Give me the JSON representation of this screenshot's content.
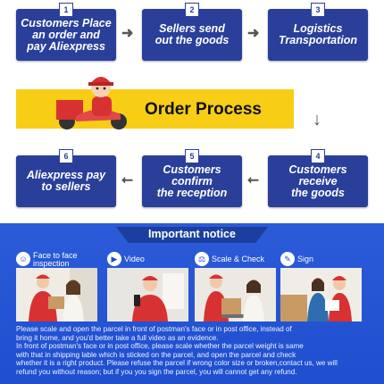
{
  "colors": {
    "step_bg": "#2a3f9a",
    "band_yellow": "#f8cd16",
    "notice_blue": "#2352d6",
    "shirt_red": "#d83131"
  },
  "steps": [
    {
      "number": "1",
      "label": "Customers Place\nan order and\npay  Aliexpress"
    },
    {
      "number": "2",
      "label": "Sellers send\nout the goods"
    },
    {
      "number": "3",
      "label": "Logistics\nTransportation"
    },
    {
      "number": "4",
      "label": "Customers\nreceive\nthe goods"
    },
    {
      "number": "5",
      "label": "Customers\nconfirm\nthe reception"
    },
    {
      "number": "6",
      "label": "Aliexpress pay\nto sellers"
    }
  ],
  "order_process": "Order Process",
  "notice": {
    "title": "Important notice",
    "tags": [
      {
        "label": "Face to face\ninspection",
        "icon": "face-icon"
      },
      {
        "label": "Video",
        "icon": "video-icon"
      },
      {
        "label": "Scale & Check",
        "icon": "scale-icon"
      },
      {
        "label": "Sign",
        "icon": "sign-icon"
      }
    ],
    "text": "Please scale and open the parcel in front of postman's face or in post office, instead of\nbring it home, and you'd better take a full video as an evidence.\nIn front of postman's face or in post office, please scale whether the parcel weight is same\nwith that in shipping lable which is sticked on the parcel, and open the parcel and check\nwhether it is a right product. Please refuse the parcel if wrong color size or broken,contact us, we will\nrefund you without reason; but if you you sign the parcel, you will cannot get any refund."
  }
}
